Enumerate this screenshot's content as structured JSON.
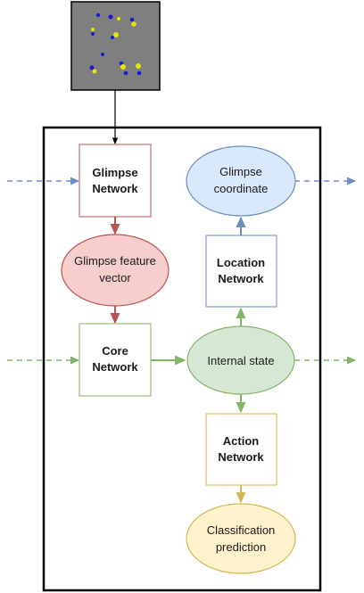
{
  "diagram": {
    "image_description": "grey noise image with blue and yellow dots",
    "nodes": {
      "glimpse_network": {
        "line1": "Glimpse",
        "line2": "Network",
        "border": "#b85450"
      },
      "glimpse_feature_vector": {
        "line1": "Glimpse feature",
        "line2": "vector",
        "fill": "#f8cecc",
        "border": "#b85450"
      },
      "core_network": {
        "line1": "Core",
        "line2": "Network",
        "border": "#82b366"
      },
      "internal_state": {
        "label": "Internal state",
        "fill": "#d5e8d4",
        "border": "#82b366"
      },
      "location_network": {
        "line1": "Location",
        "line2": "Network",
        "border": "#6c8ebf"
      },
      "glimpse_coordinate": {
        "line1": "Glimpse",
        "line2": "coordinate",
        "fill": "#dae8fc",
        "border": "#6c8ebf"
      },
      "action_network": {
        "line1": "Action",
        "line2": "Network",
        "border": "#d6b656"
      },
      "classification_prediction": {
        "line1": "Classification",
        "line2": "prediction",
        "fill": "#fff2cc",
        "border": "#d6b656"
      }
    },
    "colors": {
      "red": "#b85450",
      "green": "#82b366",
      "blue": "#6c8ebf",
      "yellow": "#d6b656",
      "frame": "#000000",
      "image_bg": "#7f7f7f",
      "dot_blue": "#1a1ad6",
      "dot_yellow": "#e6e600"
    }
  }
}
